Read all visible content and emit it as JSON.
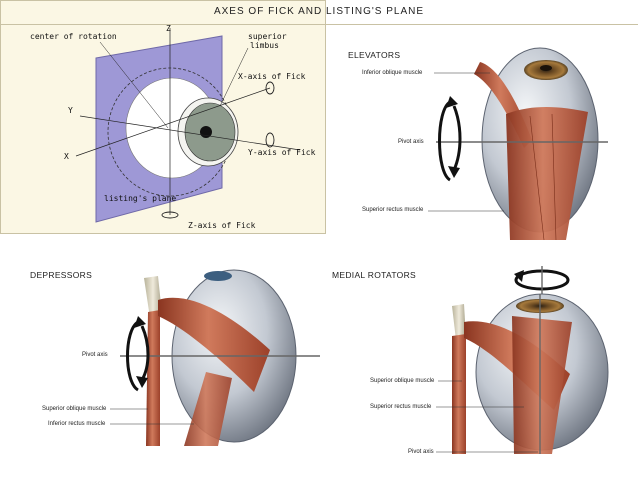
{
  "fick": {
    "title": "AXES OF FICK AND LISTING'S PLANE",
    "center_of_rotation": "center of rotation",
    "superior": "superior",
    "limbus": "limbus",
    "z": "Z",
    "y": "Y",
    "x": "X",
    "x_axis": "X-axis of Fick",
    "y_axis": "Y-axis of Fick",
    "z_axis": "Z-axis of Fick",
    "listings_plane": "listing's plane"
  },
  "elevators": {
    "title": "ELEVATORS",
    "inferior_oblique": "Inferior oblique muscle",
    "pivot": "Pivot axis",
    "superior_rectus": "Superior rectus muscle"
  },
  "depressors": {
    "title": "DEPRESSORS",
    "pivot": "Pivot axis",
    "superior_oblique": "Superior oblique muscle",
    "inferior_rectus": "Inferior rectus muscle"
  },
  "medial": {
    "title": "MEDIAL ROTATORS",
    "superior_oblique": "Superior oblique muscle",
    "superior_rectus": "Superior rectus muscle",
    "pivot": "Pivot axis"
  },
  "colors": {
    "muscle": "#b5573a",
    "plane": "#9e98d6",
    "eye": "#c9ced6",
    "iris": "#8d9a8c"
  }
}
